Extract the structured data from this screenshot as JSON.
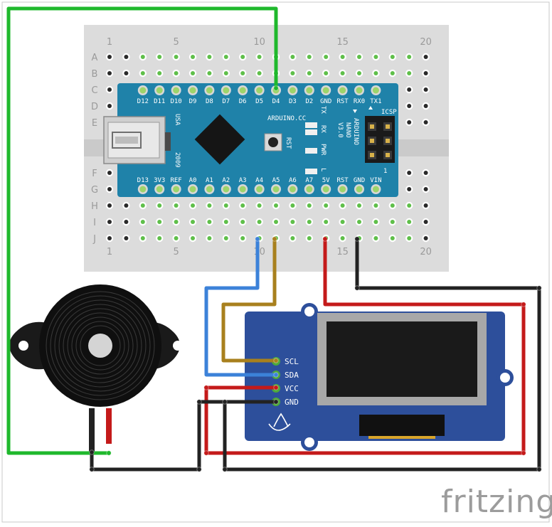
{
  "breadboard": {
    "column_numbers": [
      "1",
      "5",
      "10",
      "15",
      "20"
    ],
    "rows_top": [
      "A",
      "B",
      "C",
      "D",
      "E"
    ],
    "rows_bottom": [
      "F",
      "G",
      "H",
      "I",
      "J"
    ]
  },
  "arduino": {
    "top_pins": [
      "D12",
      "D11",
      "D10",
      "D9",
      "D8",
      "D7",
      "D6",
      "D5",
      "D4",
      "D3",
      "D2",
      "GND",
      "RST",
      "RX0",
      "TX1"
    ],
    "bottom_pins": [
      "D13",
      "3V3",
      "REF",
      "A0",
      "A1",
      "A2",
      "A3",
      "A4",
      "A5",
      "A6",
      "A7",
      "5V",
      "RST",
      "GND",
      "VIN"
    ],
    "usb_label": "USA",
    "year_label": "2009",
    "brand_label": "ARDUINO.CC",
    "model_line1": "ARDUINO",
    "model_line2": "NANO",
    "model_line3": "V3.0",
    "icsp_label": "ICSP",
    "icsp_pin": "1",
    "rst_label": "RST",
    "led_labels": [
      "TX",
      "RX",
      "PWR",
      "L"
    ]
  },
  "oled": {
    "pins": [
      "SCL",
      "SDA",
      "VCC",
      "GND"
    ]
  },
  "wire_colors": {
    "green": "#1fb82c",
    "blue": "#3c82d9",
    "yellow": "#a8801e",
    "red": "#c41a1a",
    "black": "#222222"
  },
  "watermark": "fritzing"
}
